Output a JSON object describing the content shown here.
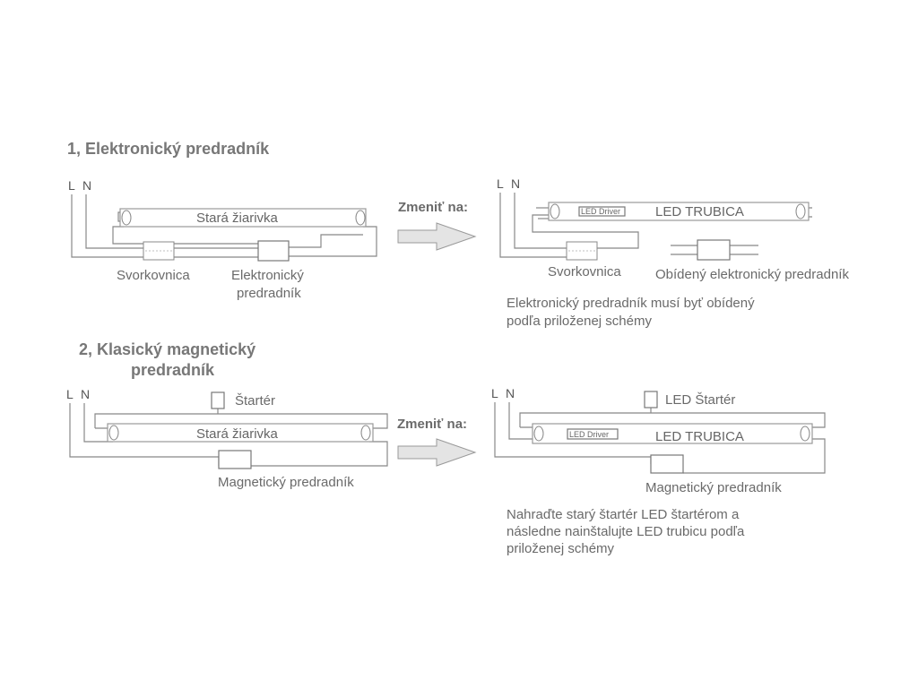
{
  "section1": {
    "heading": "1, Elektronický predradník",
    "before": {
      "line_L": "L",
      "line_N": "N",
      "tube_label": "Stará žiarivka",
      "terminal_label": "Svorkovnica",
      "ballast_label_1": "Elektronický",
      "ballast_label_2": "predradník"
    },
    "change_label": "Zmeniť na:",
    "after": {
      "line_L": "L",
      "line_N": "N",
      "driver_label": "LED Driver",
      "tube_label": "LED TRUBICA",
      "terminal_label": "Svorkovnica",
      "bypass_label": "Obídený elektronický predradník",
      "note_line_1": "Elektronický predradník musí byť obídený",
      "note_line_2": "podľa priloženej schémy"
    }
  },
  "section2": {
    "heading_1": "2, Klasický magnetický",
    "heading_2": "predradník",
    "before": {
      "line_L": "L",
      "line_N": "N",
      "starter_label": "Štartér",
      "tube_label": "Stará žiarivka",
      "ballast_label": "Magnetický predradník"
    },
    "change_label": "Zmeniť na:",
    "after": {
      "line_L": "L",
      "line_N": "N",
      "starter_label": "LED Štartér",
      "driver_label": "LED Driver",
      "tube_label": "LED TRUBICA",
      "ballast_label": "Magnetický predradník",
      "note_line_1": "Nahraďte starý štartér LED štartérom a",
      "note_line_2": "následne nainštalujte LED trubicu podľa",
      "note_line_3": "priloženej schémy"
    }
  }
}
